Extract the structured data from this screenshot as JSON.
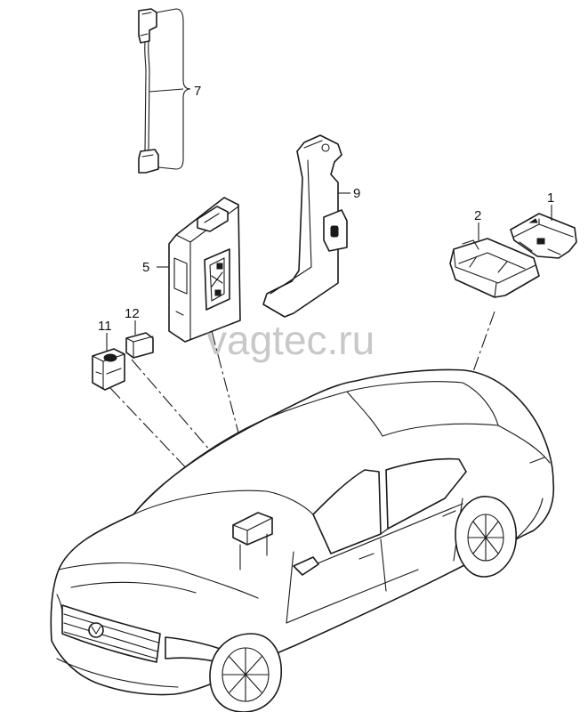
{
  "diagram": {
    "watermark": "vagtec.ru",
    "callouts": {
      "c1": "1",
      "c2": "2",
      "c5": "5",
      "c7": "7",
      "c9": "9",
      "c11": "11",
      "c12": "12"
    },
    "colors": {
      "line": "#1a1a1a",
      "background": "#ffffff",
      "watermark": "#9a9a9a"
    }
  }
}
